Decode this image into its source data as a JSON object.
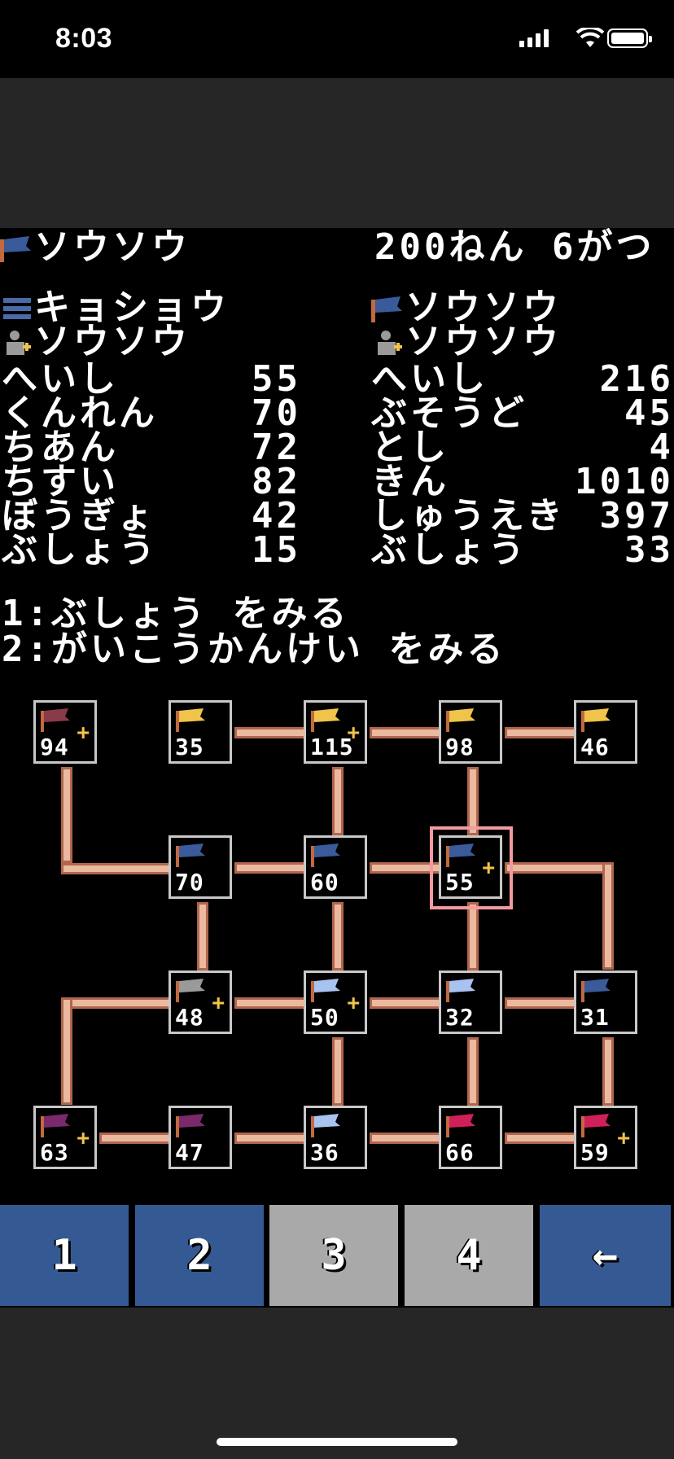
{
  "status_bar": {
    "time": "8:03"
  },
  "header": {
    "lord": "ソウソウ",
    "date": "200ねん 6がつ"
  },
  "left_panel": {
    "province_name": "キョショウ",
    "governor": "ソウソウ",
    "stats": [
      {
        "label": "へいし",
        "value": "55"
      },
      {
        "label": "くんれん",
        "value": "70"
      },
      {
        "label": "ちあん",
        "value": "72"
      },
      {
        "label": "ちすい",
        "value": "82"
      },
      {
        "label": "ぼうぎょ",
        "value": "42"
      },
      {
        "label": "ぶしょう",
        "value": "15"
      }
    ]
  },
  "right_panel": {
    "owner": "ソウソウ",
    "ruler": "ソウソウ",
    "stats": [
      {
        "label": "へいし",
        "value": "216"
      },
      {
        "label": "ぶそうど",
        "value": "45"
      },
      {
        "label": "とし",
        "value": "4"
      },
      {
        "label": "きん",
        "value": "1010"
      },
      {
        "label": "しゅうえき",
        "value": "397"
      },
      {
        "label": "ぶしょう",
        "value": "33"
      }
    ]
  },
  "menu": {
    "option1": "1:ぶしょう をみる",
    "option2": "2:がいこうかんけい をみる"
  },
  "colors": {
    "cao_cao": "#3a5a9a",
    "yellow": "#f0c34a",
    "maroon": "#8a3a4a",
    "light_blue": "#a9c3f0",
    "gray": "#9a9a9a",
    "purple": "#7a2a6a",
    "magenta": "#d0205a",
    "road": "#eab9a0",
    "cursor": "#f39aa0"
  },
  "map": {
    "tiles": [
      {
        "id": "r1c1",
        "troops": "94",
        "flag": "maroon",
        "plus": true
      },
      {
        "id": "r1c2",
        "troops": "35",
        "flag": "yellow",
        "plus": false
      },
      {
        "id": "r1c3",
        "troops": "115",
        "flag": "yellow",
        "plus": true
      },
      {
        "id": "r1c4",
        "troops": "98",
        "flag": "yellow",
        "plus": false
      },
      {
        "id": "r1c5",
        "troops": "46",
        "flag": "yellow",
        "plus": false
      },
      {
        "id": "r2c2",
        "troops": "70",
        "flag": "cao_cao",
        "plus": false
      },
      {
        "id": "r2c3",
        "troops": "60",
        "flag": "cao_cao",
        "plus": false
      },
      {
        "id": "r2c4",
        "troops": "55",
        "flag": "cao_cao",
        "plus": true,
        "selected": true
      },
      {
        "id": "r3c2",
        "troops": "48",
        "flag": "gray",
        "plus": true
      },
      {
        "id": "r3c3",
        "troops": "50",
        "flag": "light_blue",
        "plus": true
      },
      {
        "id": "r3c4",
        "troops": "32",
        "flag": "light_blue",
        "plus": false
      },
      {
        "id": "r3c5",
        "troops": "31",
        "flag": "cao_cao",
        "plus": false
      },
      {
        "id": "r4c1",
        "troops": "63",
        "flag": "purple",
        "plus": true
      },
      {
        "id": "r4c2",
        "troops": "47",
        "flag": "purple",
        "plus": false
      },
      {
        "id": "r4c3",
        "troops": "36",
        "flag": "light_blue",
        "plus": false
      },
      {
        "id": "r4c4",
        "troops": "66",
        "flag": "magenta",
        "plus": false
      },
      {
        "id": "r4c5",
        "troops": "59",
        "flag": "magenta",
        "plus": true
      }
    ]
  },
  "buttons": [
    {
      "label": "1",
      "style": "blue"
    },
    {
      "label": "2",
      "style": "blue"
    },
    {
      "label": "3",
      "style": "grey"
    },
    {
      "label": "4",
      "style": "grey"
    },
    {
      "label": "←",
      "style": "blue"
    }
  ]
}
